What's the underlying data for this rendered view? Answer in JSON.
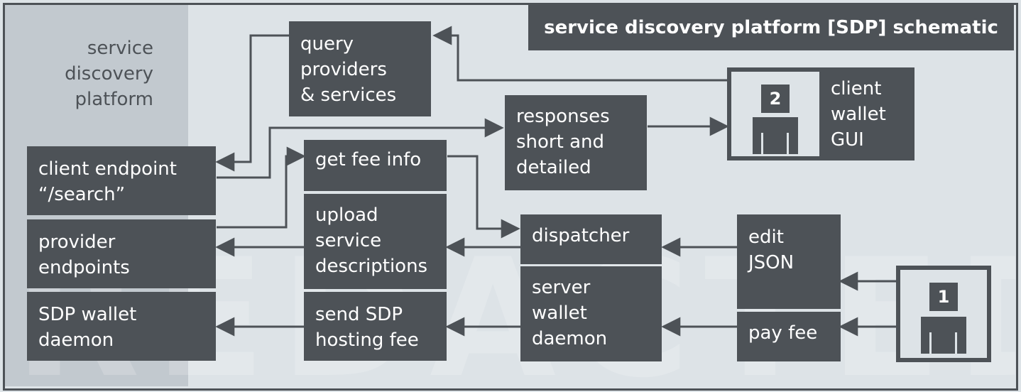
{
  "title": "service discovery platform [SDP] schematic",
  "sdp_label": [
    "service",
    "discovery",
    "platform"
  ],
  "nodes": {
    "client_endpoint": [
      "client endpoint",
      "“/search”"
    ],
    "provider_endpoints": [
      "provider",
      "endpoints"
    ],
    "sdp_wallet_daemon": [
      "SDP wallet",
      "daemon"
    ],
    "query": [
      "query",
      "providers",
      "& services"
    ],
    "get_fee_info": [
      "get fee info"
    ],
    "upload": [
      "upload",
      "service",
      "descriptions"
    ],
    "send_fee": [
      "send SDP",
      "hosting fee"
    ],
    "responses": [
      "responses",
      "short and",
      "detailed"
    ],
    "dispatcher": [
      "dispatcher"
    ],
    "server_wallet": [
      "server",
      "wallet",
      "daemon"
    ],
    "edit_json": [
      "edit",
      "JSON"
    ],
    "pay_fee": [
      "pay fee"
    ],
    "client_wallet_gui": [
      "client",
      "wallet",
      "GUI"
    ]
  },
  "badges": {
    "client": "2",
    "server": "1"
  },
  "watermark": "REDACTED"
}
